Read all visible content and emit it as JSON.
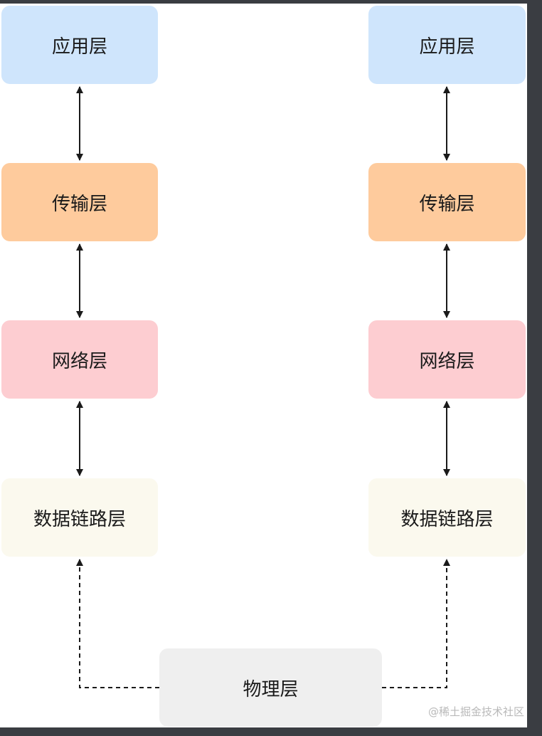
{
  "diagram": {
    "left_stack": [
      {
        "label": "应用层",
        "color": "#cfe5fc"
      },
      {
        "label": "传输层",
        "color": "#fecb9d"
      },
      {
        "label": "网络层",
        "color": "#fdcdd1"
      },
      {
        "label": "数据链路层",
        "color": "#fbf9ee"
      }
    ],
    "right_stack": [
      {
        "label": "应用层",
        "color": "#cfe5fc"
      },
      {
        "label": "传输层",
        "color": "#fecb9d"
      },
      {
        "label": "网络层",
        "color": "#fdcdd1"
      },
      {
        "label": "数据链路层",
        "color": "#fbf9ee"
      }
    ],
    "physical": {
      "label": "物理层",
      "color": "#efefef"
    }
  },
  "watermark": "@稀土掘金技术社区"
}
